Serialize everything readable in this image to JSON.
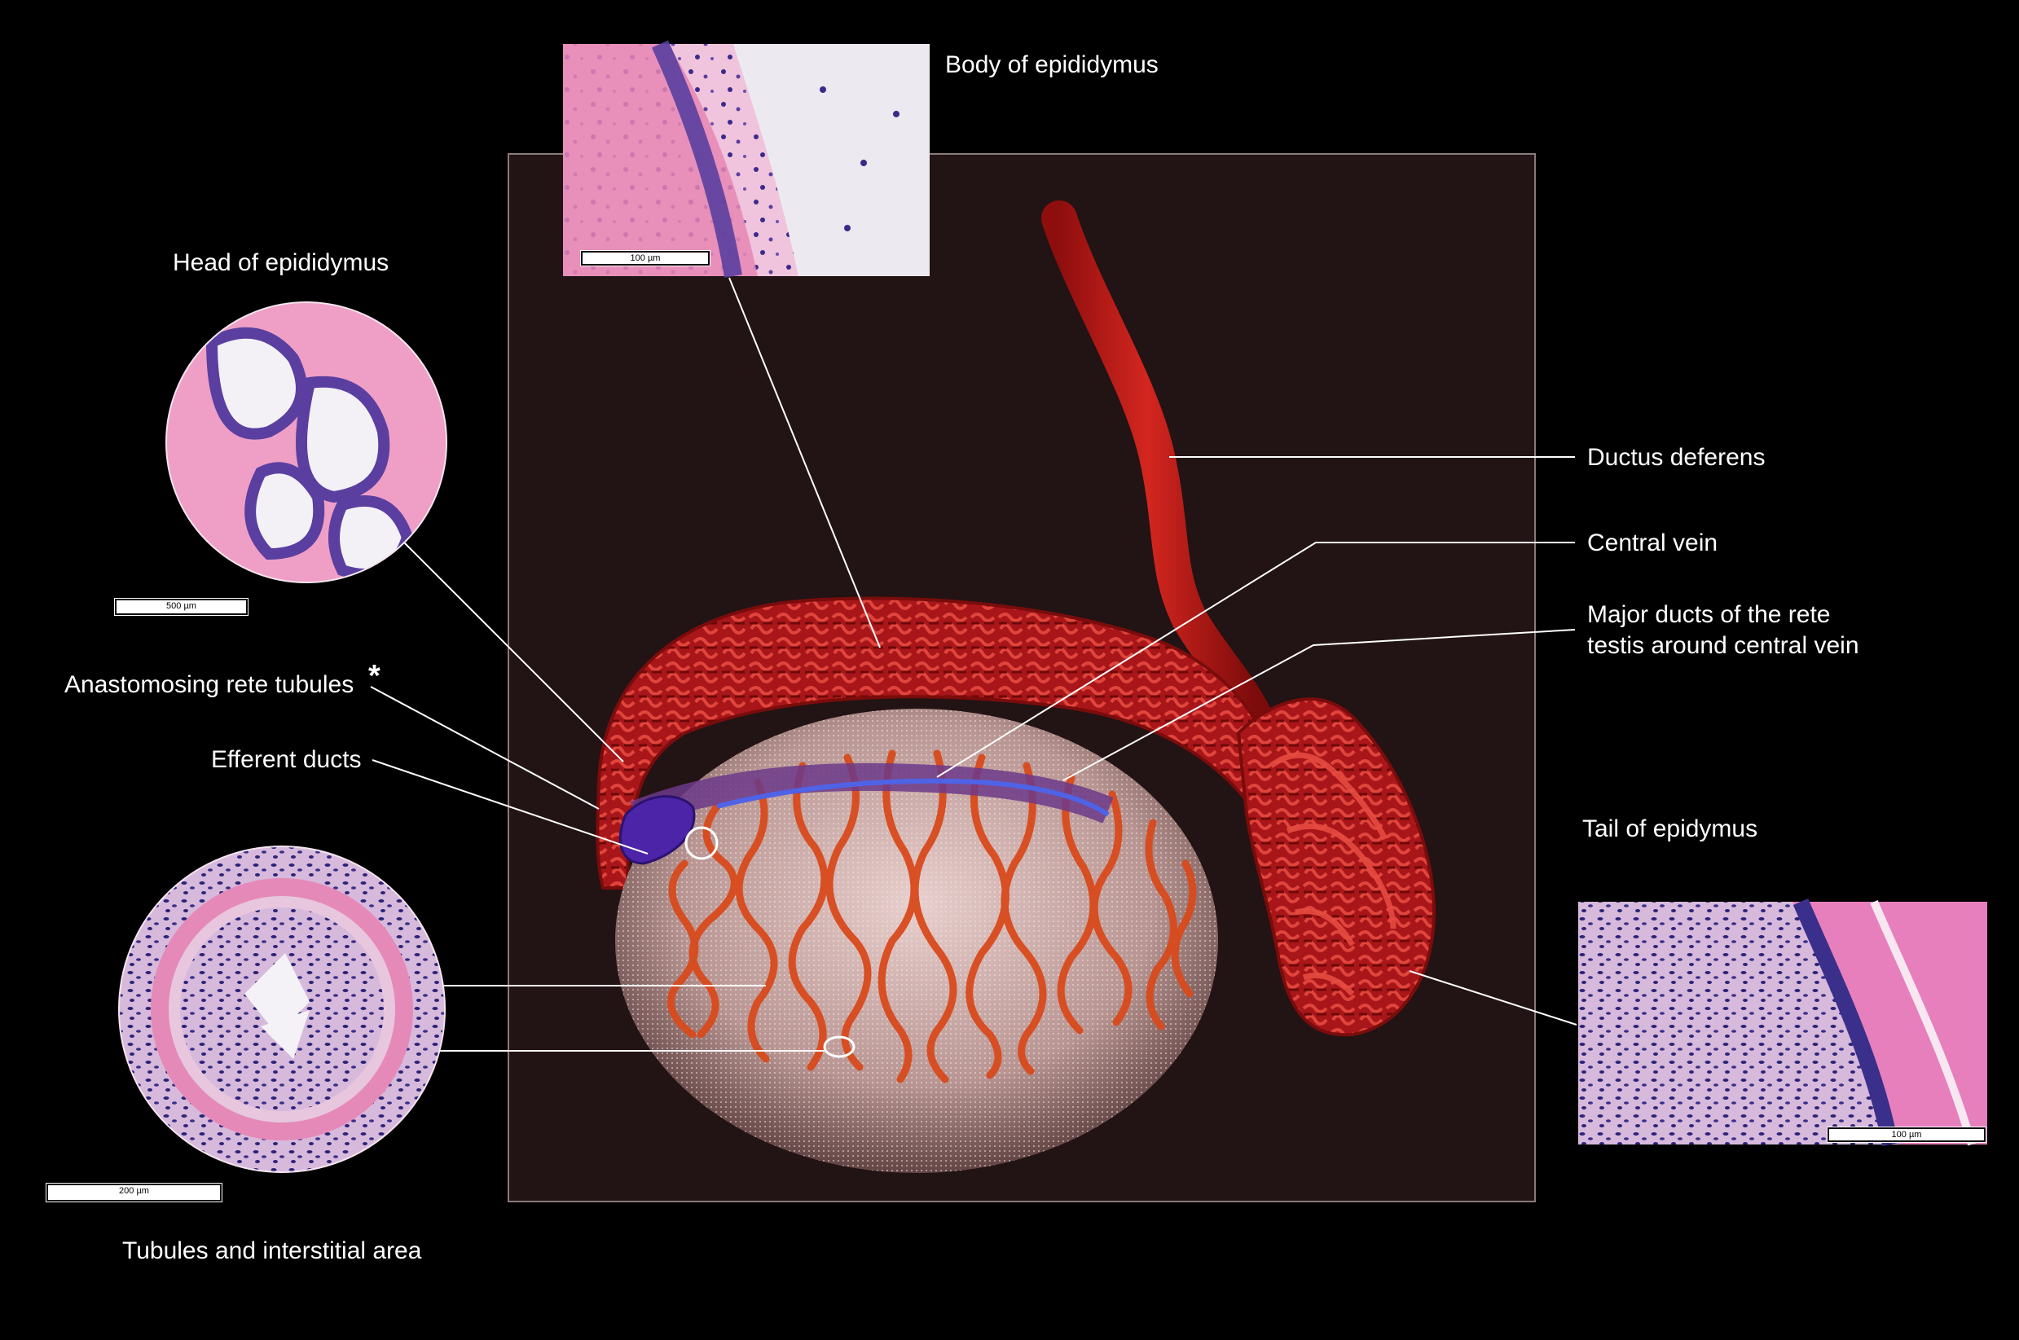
{
  "labels": {
    "body": "Body of epididymus",
    "head": "Head of epididymus",
    "ductus": "Ductus deferens",
    "central_vein": "Central vein",
    "major_ducts_line1": "Major ducts of the rete",
    "major_ducts_line2": "testis around central vein",
    "anastomosing": "Anastomosing rete tubules",
    "asterisk": "*",
    "efferent": "Efferent ducts",
    "tail": "Tail of epidymus",
    "tubules": "Tubules and interstitial area"
  },
  "scalebars": {
    "body": "100 µm",
    "head": "500 µm",
    "tubules": "200 µm",
    "tail": "100 µm"
  },
  "colors": {
    "background": "#000000",
    "panel": "#221314",
    "panel_border": "#8a7a7a",
    "epididymis": "#b41a1a",
    "tubule": "#d84a1c",
    "testis": "#c8aaa6",
    "rete": "#5a2a9a",
    "leader": "#ffffff",
    "he_pink": "#e9a4c6",
    "he_purple": "#6a4fa8"
  }
}
